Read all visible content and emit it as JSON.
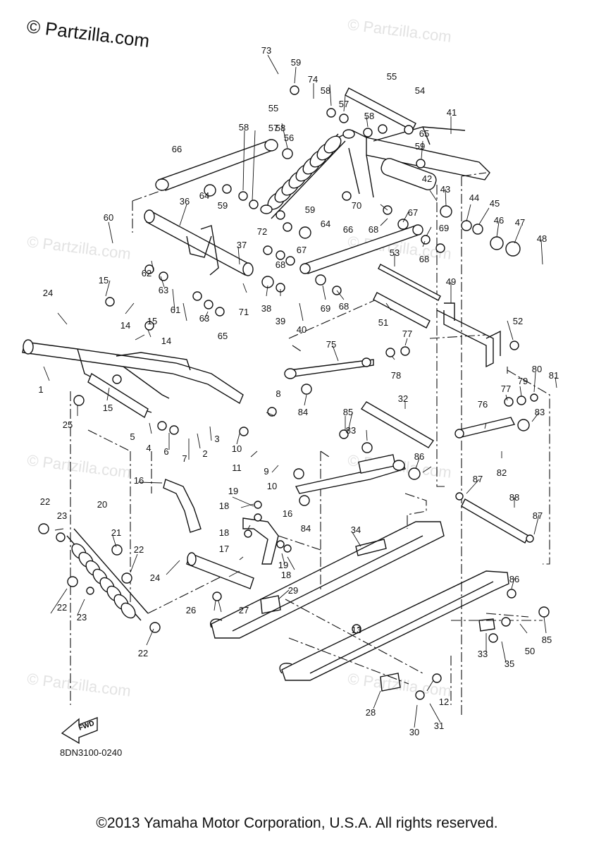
{
  "watermark": {
    "main": "© Partzilla.com",
    "faint": "© Partzilla.com"
  },
  "diagram_ref": "8DN3100-0240",
  "copyright": "©2013 Yamaha Motor Corporation, U.S.A. All rights reserved.",
  "fwd_label": "FWD",
  "callouts": [
    "1",
    "2",
    "3",
    "4",
    "5",
    "6",
    "7",
    "8",
    "9",
    "10",
    "10",
    "11",
    "12",
    "13",
    "14",
    "14",
    "15",
    "15",
    "15",
    "16",
    "16",
    "17",
    "18",
    "18",
    "18",
    "19",
    "19",
    "20",
    "21",
    "22",
    "22",
    "22",
    "22",
    "23",
    "23",
    "24",
    "24",
    "25",
    "26",
    "27",
    "28",
    "29",
    "30",
    "31",
    "32",
    "33",
    "34",
    "35",
    "36",
    "37",
    "38",
    "39",
    "40",
    "41",
    "42",
    "43",
    "44",
    "45",
    "46",
    "47",
    "48",
    "49",
    "50",
    "51",
    "52",
    "53",
    "54",
    "55",
    "55",
    "56",
    "57",
    "57",
    "58",
    "58",
    "58",
    "58",
    "59",
    "59",
    "59",
    "59",
    "60",
    "61",
    "62",
    "63",
    "63",
    "64",
    "64",
    "65",
    "65",
    "66",
    "66",
    "67",
    "67",
    "68",
    "68",
    "68",
    "68",
    "69",
    "69",
    "70",
    "71",
    "72",
    "73",
    "74",
    "75",
    "76",
    "77",
    "77",
    "78",
    "79",
    "80",
    "81",
    "82",
    "83",
    "83",
    "84",
    "84",
    "85",
    "85",
    "86",
    "86",
    "87",
    "87",
    "88"
  ]
}
